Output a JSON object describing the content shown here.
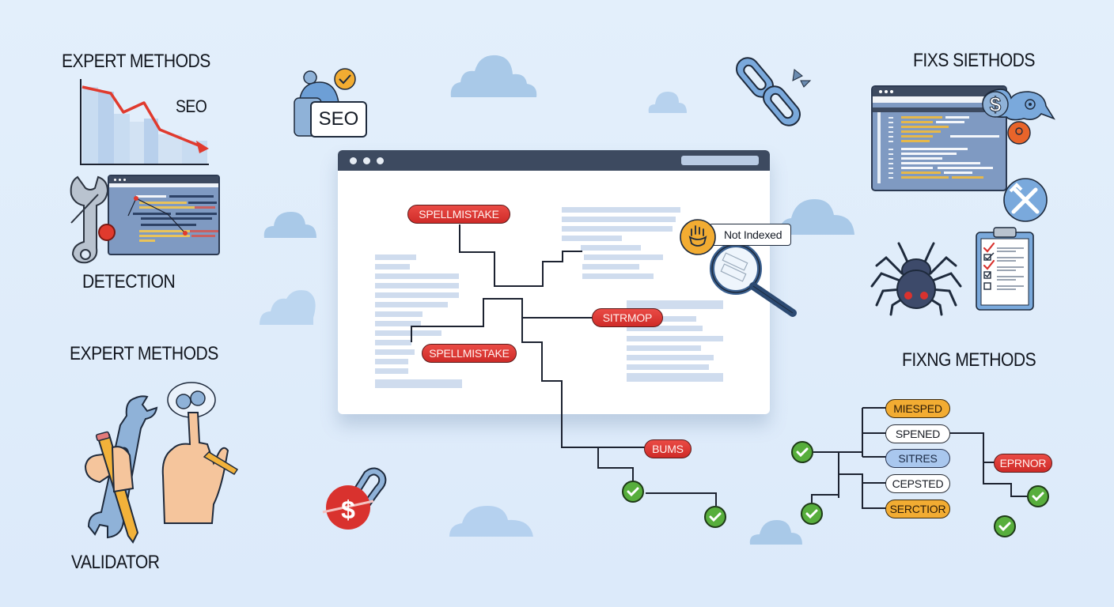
{
  "sections": {
    "top_left_title": "EXPERT METHODS",
    "seo_chart_label": "SEO",
    "detection_label": "DETECTION",
    "bottom_left_title": "EXPERT METHODS",
    "validator_label": "VALIDATOR",
    "top_right_title": "FIXS SIETHODS",
    "bottom_right_title": "FIXNG METHODS"
  },
  "seo_badge": {
    "label": "SEO"
  },
  "browser": {
    "error_tags": [
      {
        "label": "SPELLMISTAKE"
      },
      {
        "label": "SPELLMISTAKE"
      },
      {
        "label": "SITRMOP"
      }
    ],
    "not_indexed_label": "Not Indexed"
  },
  "flow": {
    "bums_label": "BUMS"
  },
  "fixing_tree": {
    "items": [
      {
        "label": "MIESPED",
        "style": "orange"
      },
      {
        "label": "SPENED",
        "style": "white"
      },
      {
        "label": "SITRES",
        "style": "blue"
      },
      {
        "label": "CEPSTED",
        "style": "white"
      },
      {
        "label": "SERCTIOR",
        "style": "orange"
      }
    ],
    "error_label": "EPRNOR"
  },
  "icons": [
    "seo-badge-icon",
    "broken-link-icon",
    "code-window-icon",
    "dollar-bubble-icon",
    "tools-icon",
    "spider-bug-icon",
    "checklist-clipboard-icon",
    "wrench-icon",
    "magnifier-icon",
    "dollar-lock-icon",
    "pencil-hand-icon",
    "check-icon"
  ],
  "colors": {
    "background": "#dfecfa",
    "error_red": "#d9322e",
    "warning_orange": "#f2ac32",
    "success_green": "#57ae3c",
    "browser_bar": "#3d4a60",
    "cloud": "#a9c9e8"
  }
}
